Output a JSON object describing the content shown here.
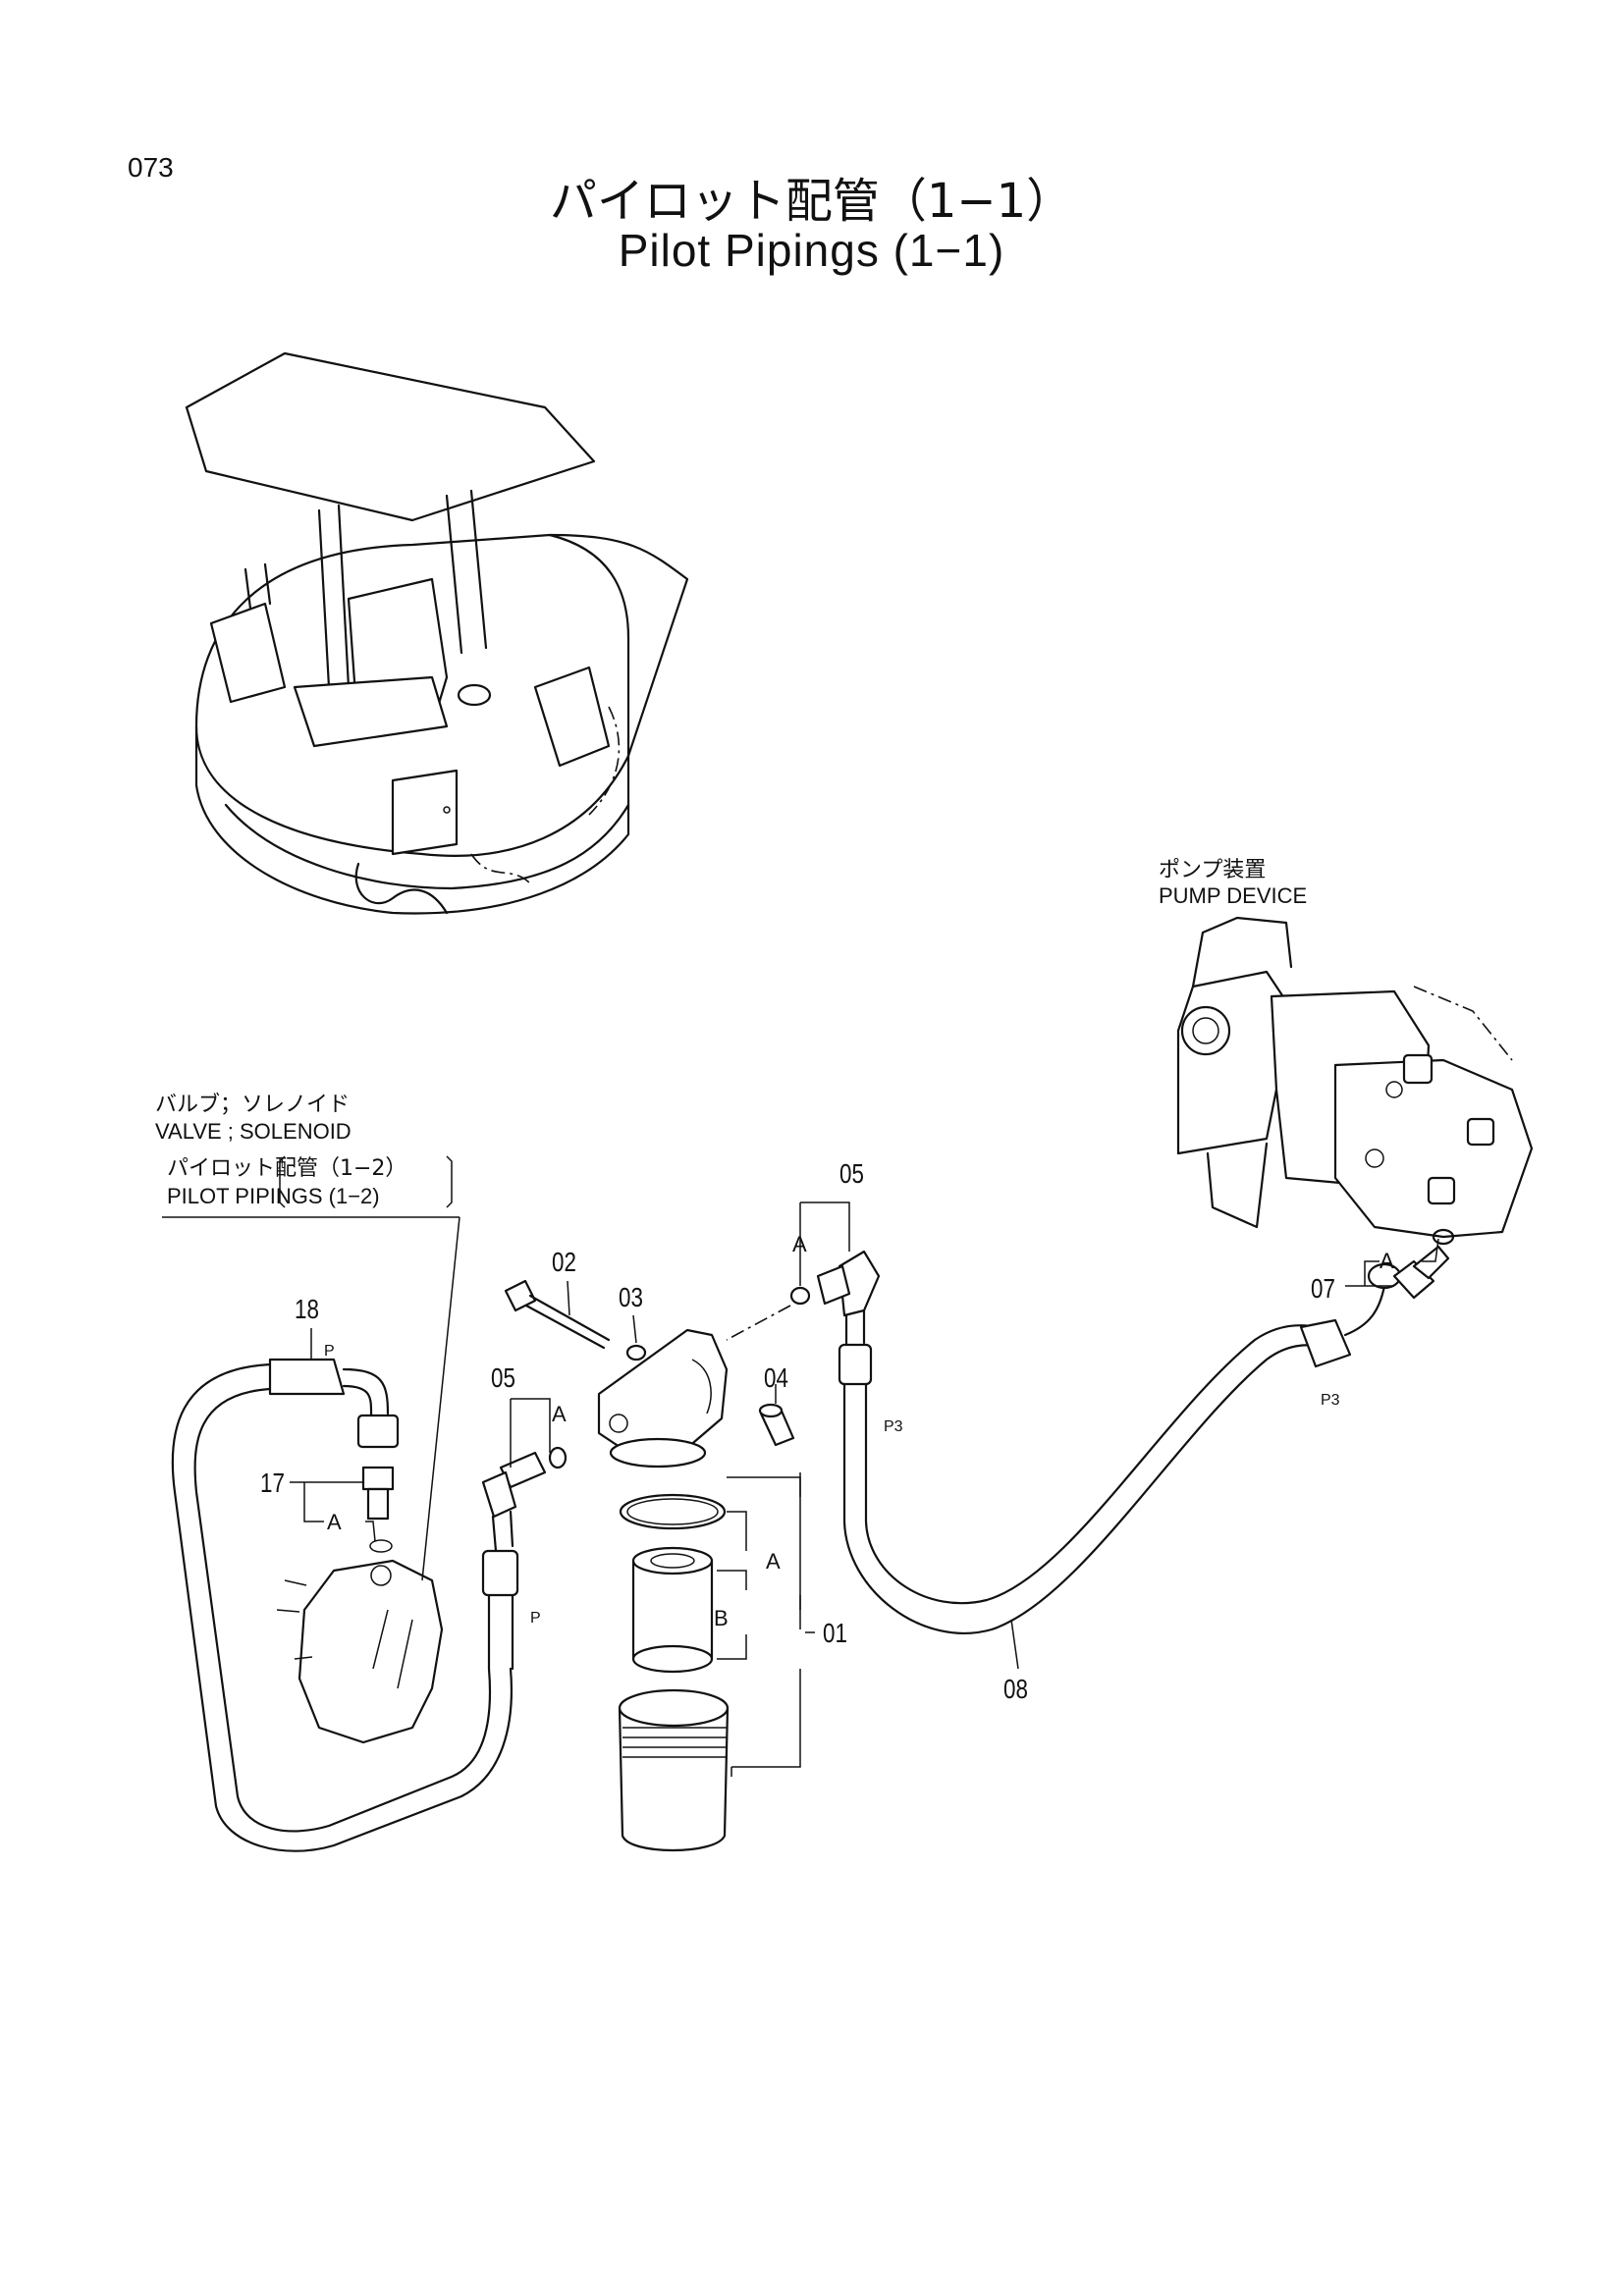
{
  "header": {
    "page_number": "073",
    "title_jp": "パイロット配管（1−1）",
    "title_en": "Pilot Pipings (1−1)"
  },
  "callouts": {
    "pump_jp": "ポンプ装置",
    "pump_en": "PUMP DEVICE",
    "valve_jp": "バルブ；ソレノイド",
    "valve_en": "VALVE ; SOLENOID",
    "pilot_ref_jp": "パイロット配管（1−2）",
    "pilot_ref_en": "PILOT PIPINGS (1−2)"
  },
  "part_numbers": {
    "p01": "01",
    "p02": "02",
    "p03": "03",
    "p04": "04",
    "p05a": "05",
    "p05b": "05",
    "p07": "07",
    "p08": "08",
    "p17": "17",
    "p18": "18"
  },
  "group_letters": {
    "a_05top": "A",
    "a_05left": "A",
    "a_07": "A",
    "a_17": "A",
    "a_01": "A",
    "b_01": "B"
  },
  "port_labels": {
    "p_hose18": "P",
    "p_hoseleft": "P",
    "p3_hose08a": "P3",
    "p3_hose08b": "P3"
  }
}
